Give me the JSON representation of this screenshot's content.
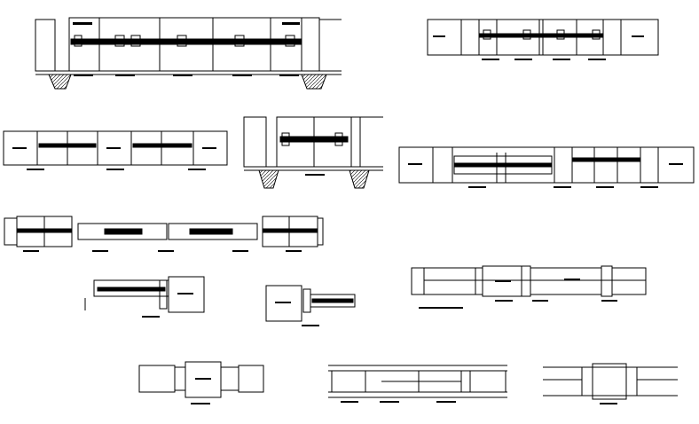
{
  "drawing": {
    "background": "#ffffff",
    "line_color": "#000000",
    "details": [
      "detail-top-left-elevation",
      "detail-top-right-elevation",
      "detail-mid-left-elevation",
      "detail-mid-center-section",
      "detail-mid-right-elevation",
      "detail-row-long-plan",
      "detail-small-plan-a",
      "detail-small-plan-b",
      "detail-wide-plan",
      "detail-bottom-left",
      "detail-bottom-center",
      "detail-bottom-right"
    ]
  }
}
